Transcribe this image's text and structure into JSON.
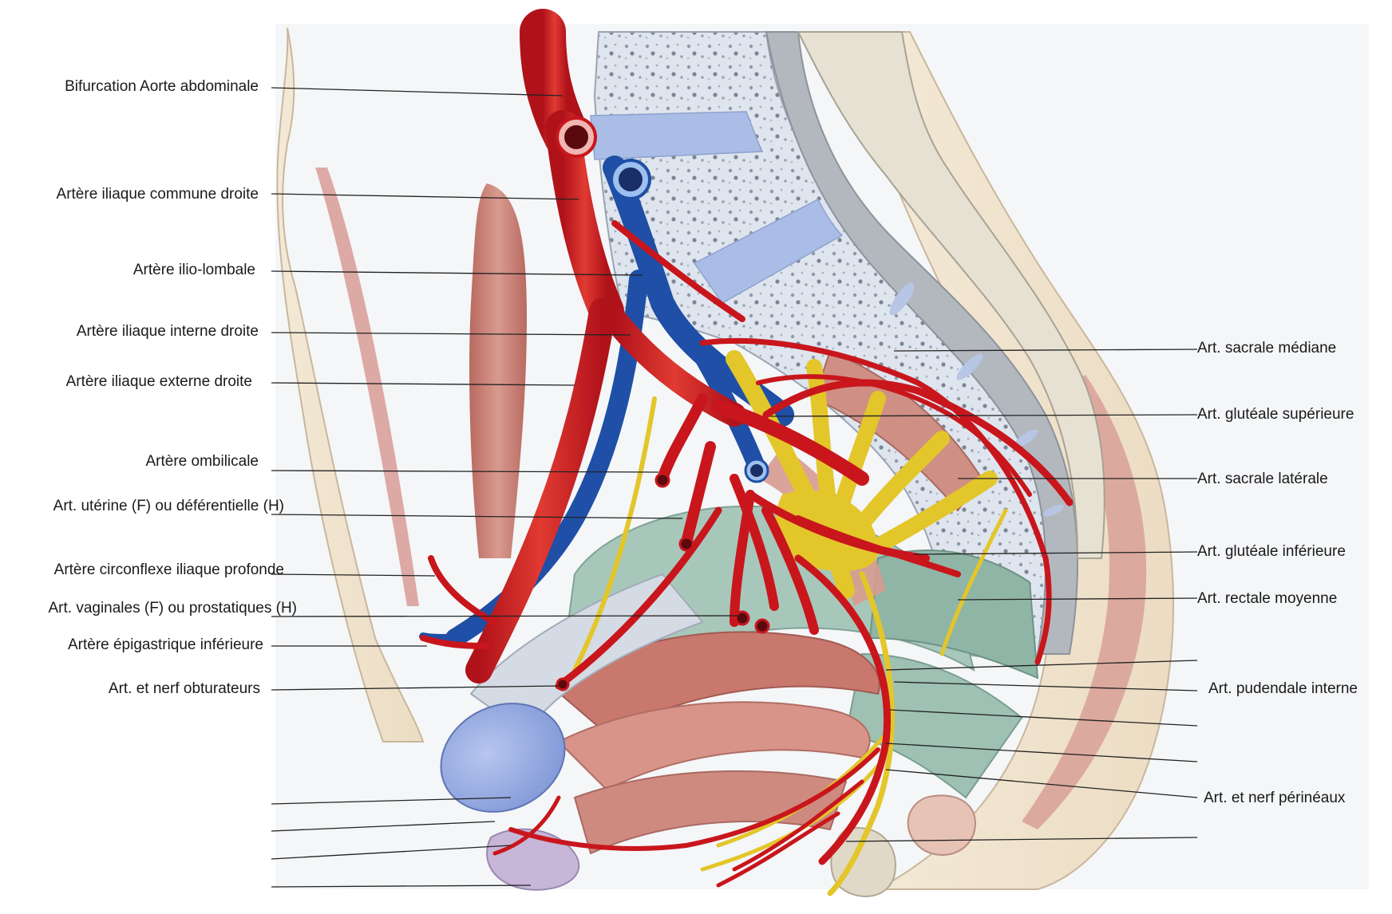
{
  "colors": {
    "background": "#ffffff",
    "artery": "#c8161c",
    "artery_highlight": "#e8453c",
    "vein": "#1f4fa6",
    "nerve": "#e3c62a",
    "bone": "#cfd8e6",
    "disc": "#aebfe3",
    "muscle": "#c9847a",
    "ligament": "#9cc1b3",
    "skin": "#efe2cc"
  },
  "labels_left": [
    "Bifurcation Aorte abdominale",
    "Artère iliaque commune droite",
    "Artère ilio-lombale",
    "Artère iliaque interne droite",
    "Artère iliaque externe droite",
    "Artère ombilicale",
    "Art. utérine (F) ou déférentielle (H)",
    "Artère circonflexe iliaque profonde",
    "Art. vaginales (F) ou prostatiques (H)",
    "Artère épigastrique inférieure",
    "Art. et nerf obturateurs"
  ],
  "labels_right": [
    "Art. sacrale médiane",
    "Art. glutéale supérieure",
    "Art. sacrale latérale",
    "Art. glutéale inférieure",
    "Art. rectale moyenne",
    "Art. pudendale interne",
    "Art. et nerf périnéaux"
  ]
}
